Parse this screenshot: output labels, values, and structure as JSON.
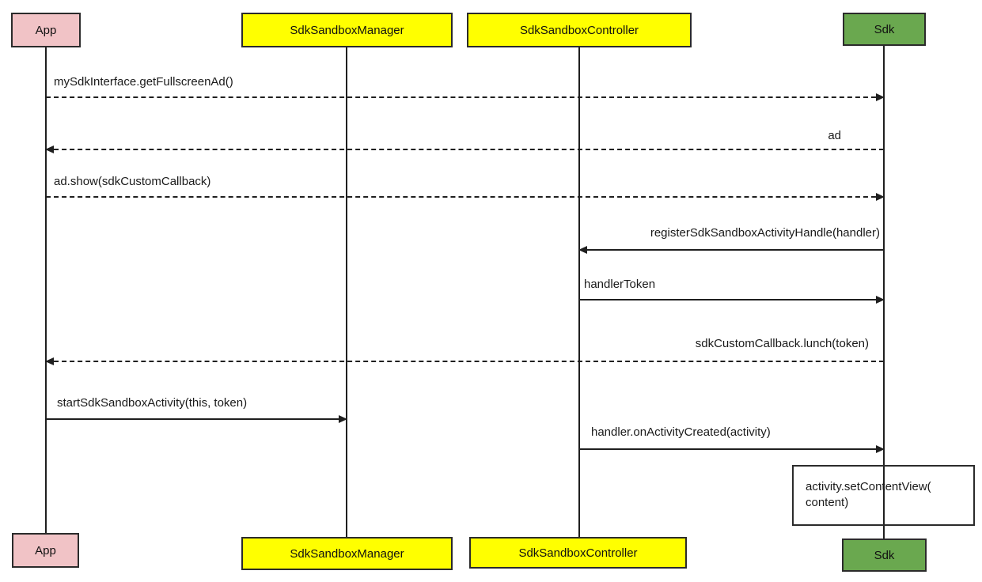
{
  "diagram": {
    "kind": "uml-sequence-diagram",
    "background": "#ffffff",
    "colors": {
      "app_fill": "#f1c3c6",
      "manager_fill": "#ffff00",
      "controller_fill": "#ffff00",
      "sdk_fill": "#6aa84f",
      "box_border": "#2b2b2b",
      "line": "#1f1f1f",
      "text": "#1a1a1a"
    }
  },
  "actors": [
    {
      "id": "app",
      "label": "App"
    },
    {
      "id": "manager",
      "label": "SdkSandboxManager"
    },
    {
      "id": "controller",
      "label": "SdkSandboxController"
    },
    {
      "id": "sdk",
      "label": "Sdk"
    }
  ],
  "messages": [
    {
      "from": "app",
      "to": "sdk",
      "style": "dashed",
      "label": "mySdkInterface.getFullscreenAd()"
    },
    {
      "from": "sdk",
      "to": "app",
      "style": "dashed",
      "label": "ad"
    },
    {
      "from": "app",
      "to": "sdk",
      "style": "dashed",
      "label": "ad.show(sdkCustomCallback)"
    },
    {
      "from": "sdk",
      "to": "controller",
      "style": "solid",
      "label": "registerSdkSandboxActivityHandle(handler)"
    },
    {
      "from": "controller",
      "to": "sdk",
      "style": "solid",
      "label": "handlerToken"
    },
    {
      "from": "sdk",
      "to": "app",
      "style": "dashed",
      "label": "sdkCustomCallback.lunch(token)"
    },
    {
      "from": "app",
      "to": "manager",
      "style": "solid",
      "label": "startSdkSandboxActivity(this, token)"
    },
    {
      "from": "controller",
      "to": "sdk",
      "style": "solid",
      "label": "handler.onActivityCreated(activity)"
    }
  ],
  "note": {
    "line1": "activity.setContentView(",
    "line2": "content)"
  }
}
